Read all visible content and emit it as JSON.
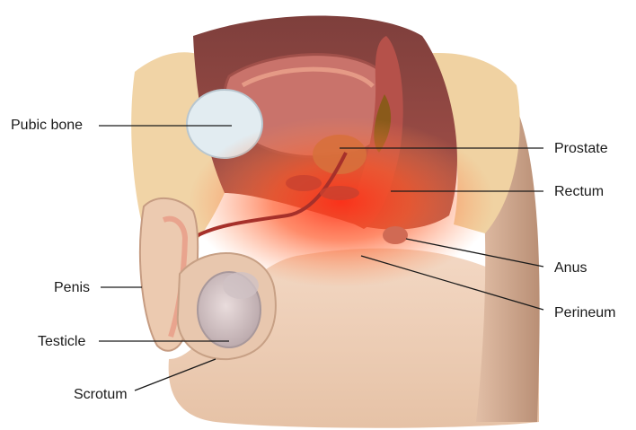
{
  "labels": {
    "pubic_bone": "Pubic bone",
    "prostate": "Prostate",
    "rectum": "Rectum",
    "penis": "Penis",
    "anus": "Anus",
    "testicle": "Testicle",
    "perineum": "Perineum",
    "scrotum": "Scrotum"
  },
  "colors": {
    "skin": "#eed2bd",
    "skin_shadow": "#c9a389",
    "fat": "#f2d8a8",
    "pelvic_cavity": "#9c4f4a",
    "bladder": "#c4706a",
    "highlight": "#ff3a1e",
    "bone": "#dfe8ee",
    "rectal_content": "#8a5a1a"
  }
}
